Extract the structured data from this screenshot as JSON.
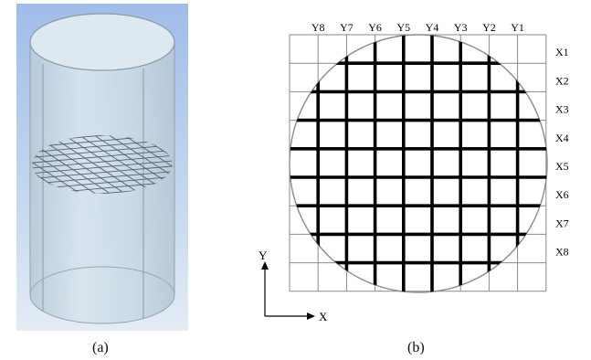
{
  "captions": {
    "a": "(a)",
    "b": "(b)"
  },
  "axes": {
    "x": "X",
    "y": "Y"
  },
  "rows": [
    "X1",
    "X2",
    "X3",
    "X4",
    "X5",
    "X6",
    "X7",
    "X8"
  ],
  "cols": [
    "Y8",
    "Y7",
    "Y6",
    "Y5",
    "Y4",
    "Y3",
    "Y2",
    "Y1"
  ],
  "colors": {
    "sky": "#a9c4ea",
    "cylinder": "#c9d9e6",
    "bars": "#000000",
    "grid": "#808080"
  }
}
